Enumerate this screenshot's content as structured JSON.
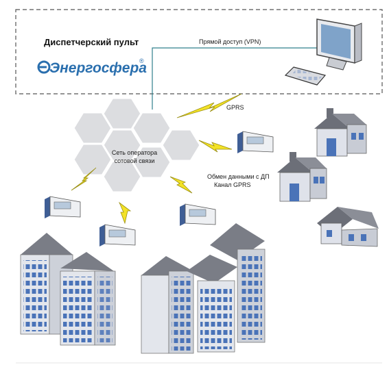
{
  "dispatch": {
    "title": "Диспетчерский пульт",
    "brand": "Энергосфера",
    "brand_mark": "®"
  },
  "links": {
    "vpn": "Прямой доступ (VPN)",
    "gprs": "GPRS",
    "exchange_line1": "Обмен данными с ДП",
    "exchange_line2": "Канал GPRS"
  },
  "network": {
    "line1": "Сеть оператора",
    "line2": "сотовой связи"
  },
  "colors": {
    "frame": "#555555",
    "brand": "#2a6fae",
    "hex": "#dcdde0",
    "lightning": "#f3e227",
    "house_roof": "#6c6f78",
    "house_wall": "#dfe2ea",
    "window": "#4a73b8",
    "building_wall": "#e3e6ec",
    "building_roof": "#7a7d86"
  }
}
